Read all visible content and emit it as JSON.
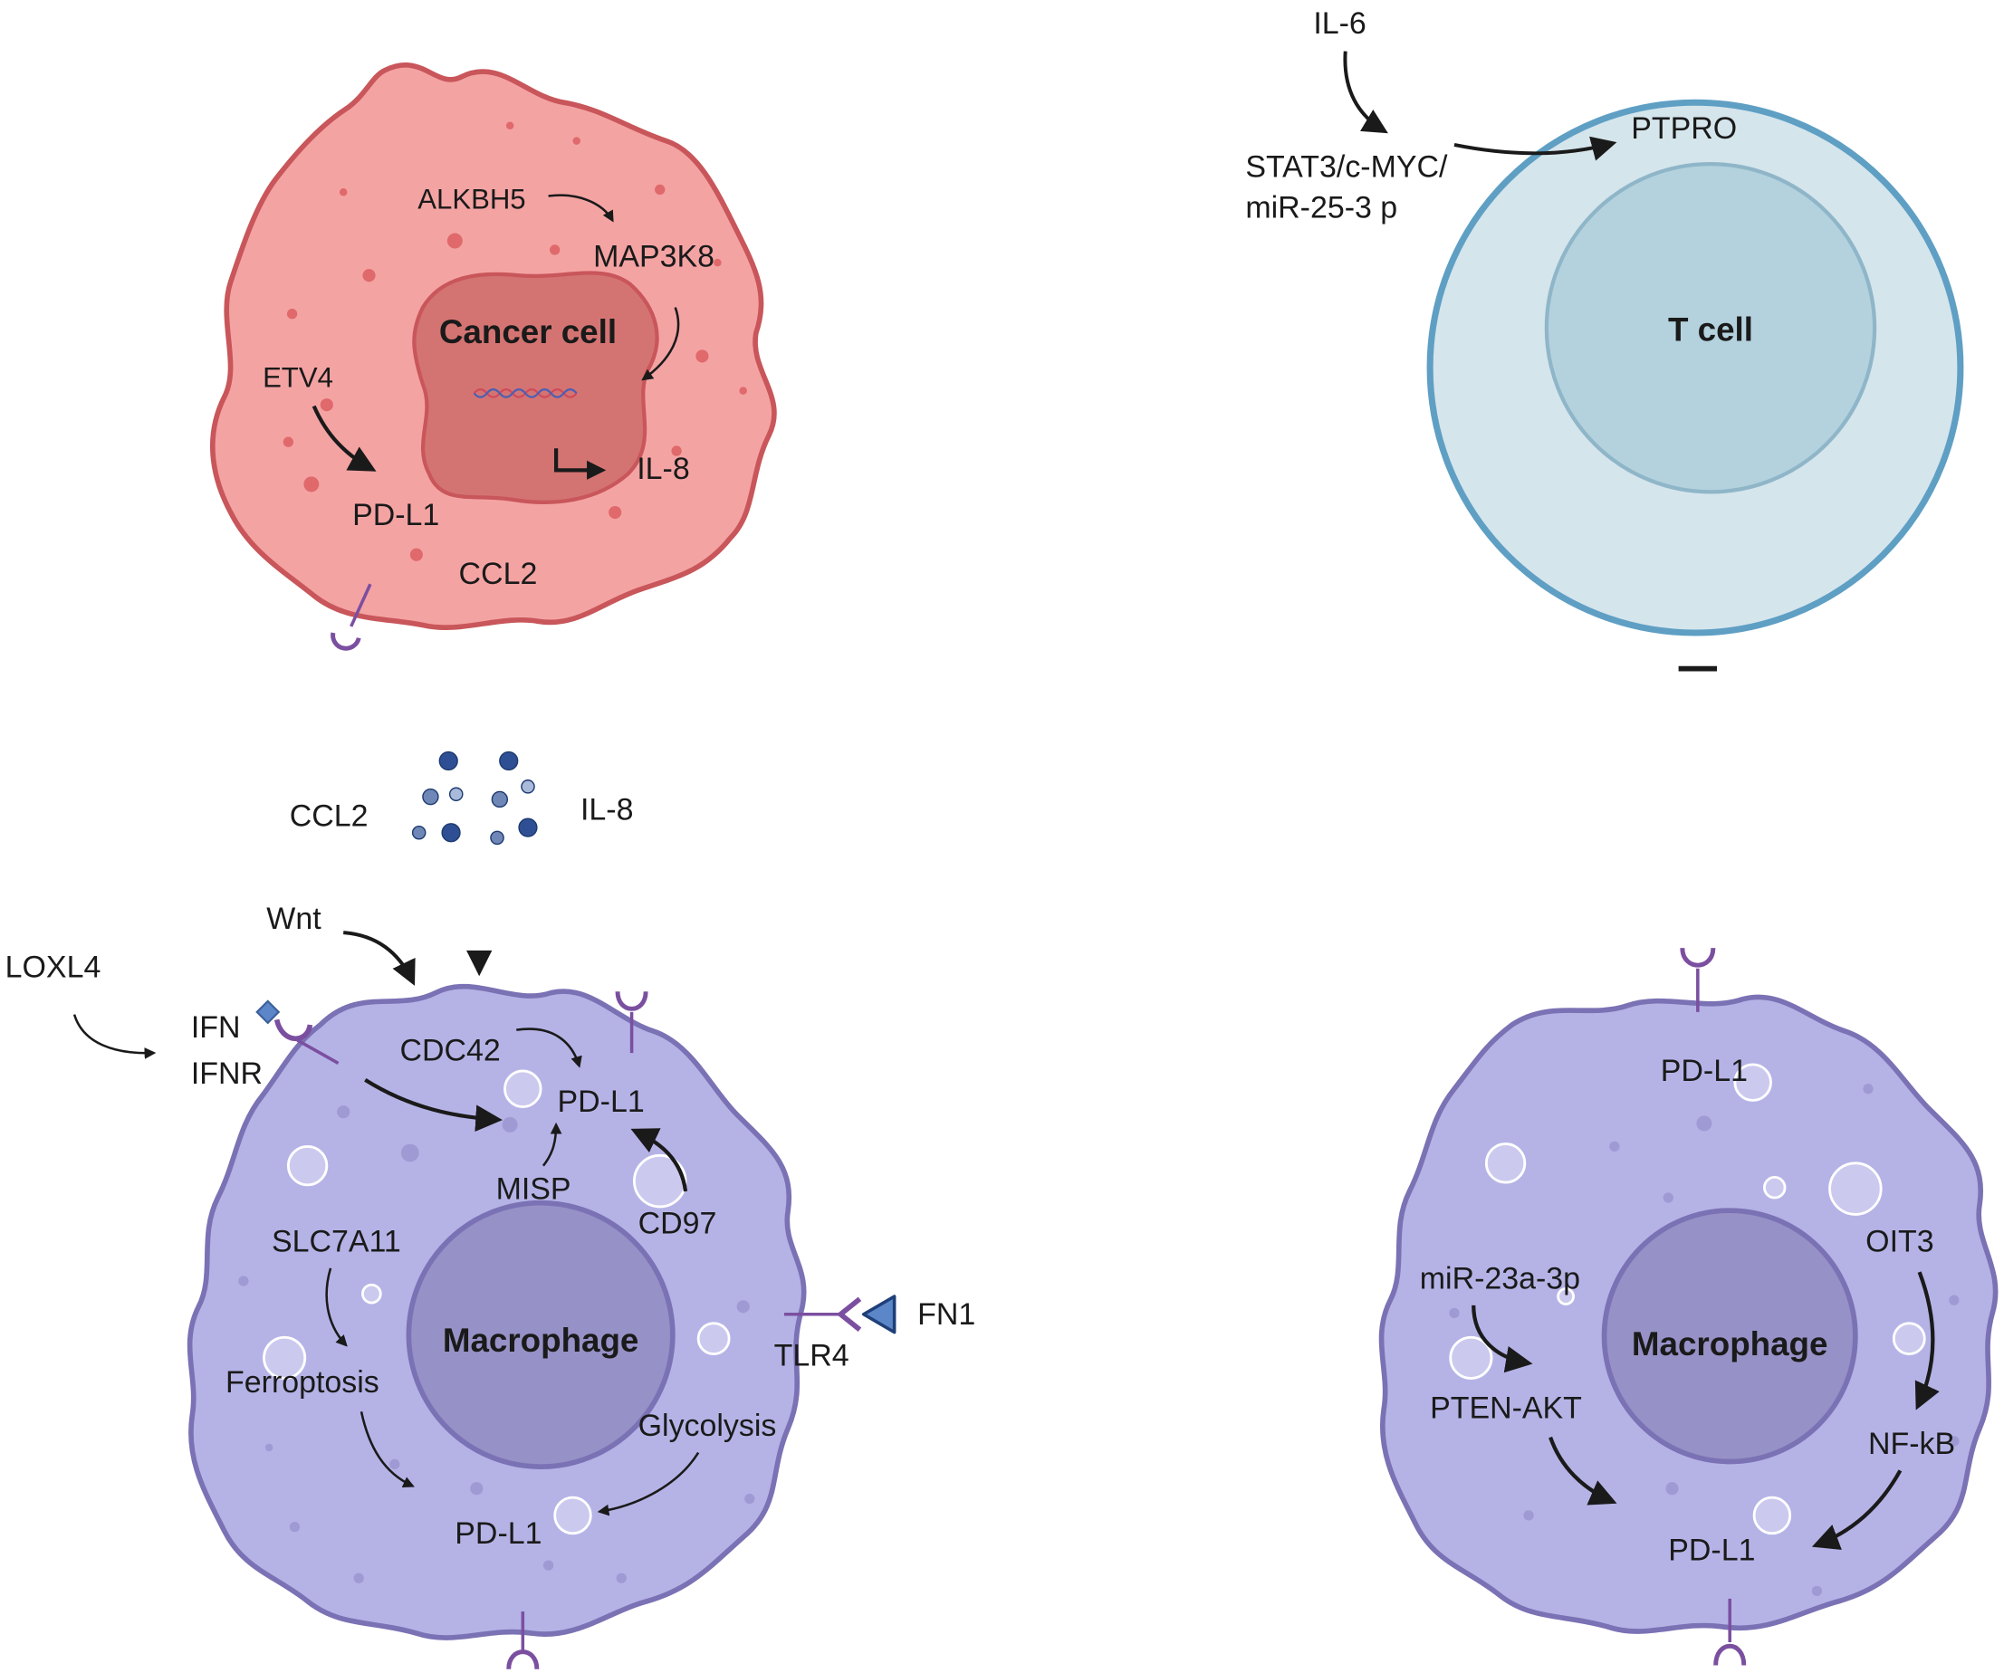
{
  "colors": {
    "cancer_cell_fill": "#f4a3a3",
    "cancer_cell_stroke": "#c8565a",
    "cancer_nucleus_fill": "#d47472",
    "macrophage_fill": "#b5b3e6",
    "macrophage_stroke": "#7a72b4",
    "macrophage_nucleus_fill": "#9691c6",
    "t_cell_fill": "#d5e5ec",
    "t_cell_stroke": "#5f9fc4",
    "t_cell_nucleus_fill": "#b4d2de",
    "receptor": "#7b4fa0",
    "arrow": "#1a1a1a"
  },
  "cancer_cell": {
    "title": "Cancer cell",
    "labels": {
      "alkbh5": "ALKBH5",
      "map3k8": "MAP3K8",
      "etv4": "ETV4",
      "pd_l1": "PD-L1",
      "il_8": "IL-8",
      "ccl2": "CCL2"
    }
  },
  "secreted": {
    "ccl2": "CCL2",
    "il_8": "IL-8"
  },
  "macrophage_left": {
    "title": "Macrophage",
    "external": {
      "wnt": "Wnt",
      "loxl4": "LOXL4",
      "ifn": "IFN",
      "ifnr": "IFNR",
      "fn1": "FN1",
      "tlr4": "TLR4"
    },
    "labels": {
      "cdc42": "CDC42",
      "pd_l1_top": "PD-L1",
      "misp": "MISP",
      "cd97": "CD97",
      "slc7a11": "SLC7A11",
      "ferroptosis": "Ferroptosis",
      "glycolysis": "Glycolysis",
      "pd_l1_bottom": "PD-L1"
    }
  },
  "t_cell": {
    "title": "T cell",
    "labels": {
      "il_6": "IL-6",
      "stat3_line1": "STAT3/c-MYC/",
      "stat3_line2": "miR-25-3 p",
      "ptpro": "PTPRO"
    }
  },
  "macrophage_right": {
    "title": "Macrophage",
    "labels": {
      "pd_l1_top": "PD-L1",
      "oit3": "OIT3",
      "mir23a": "miR-23a-3p",
      "pten_akt": "PTEN-AKT",
      "nf_kb": "NF-kB",
      "pd_l1_bottom": "PD-L1"
    }
  }
}
